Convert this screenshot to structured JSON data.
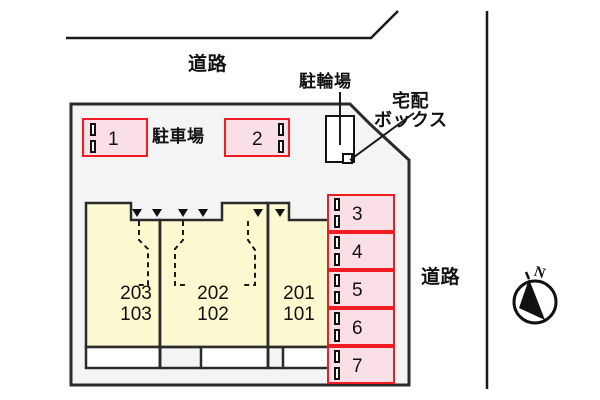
{
  "plan": {
    "type": "site-layout",
    "labels": {
      "road_top": "道路",
      "road_right": "道路",
      "bicycle_parking": "駐輪場",
      "delivery_box_line1": "宅配",
      "delivery_box_line2": "ボックス",
      "parking_lot": "駐車場"
    },
    "compass": {
      "north_letter": "N"
    },
    "colors": {
      "stall_fill": "#fbdfe7",
      "stall_border": "#ef1c24",
      "building_fill": "#fcf8cf",
      "building_border": "#2b2b2b",
      "site_fill": "#f4f4f4",
      "site_border": "#2b2b2b",
      "porch_fill": "#ffffff",
      "text": "#111111"
    },
    "parking_stalls": [
      {
        "number": "1"
      },
      {
        "number": "2"
      },
      {
        "number": "3"
      },
      {
        "number": "4"
      },
      {
        "number": "5"
      },
      {
        "number": "6"
      },
      {
        "number": "7"
      }
    ],
    "building_units": [
      {
        "upper": "203",
        "lower": "103"
      },
      {
        "upper": "202",
        "lower": "102"
      },
      {
        "upper": "201",
        "lower": "101"
      }
    ]
  }
}
